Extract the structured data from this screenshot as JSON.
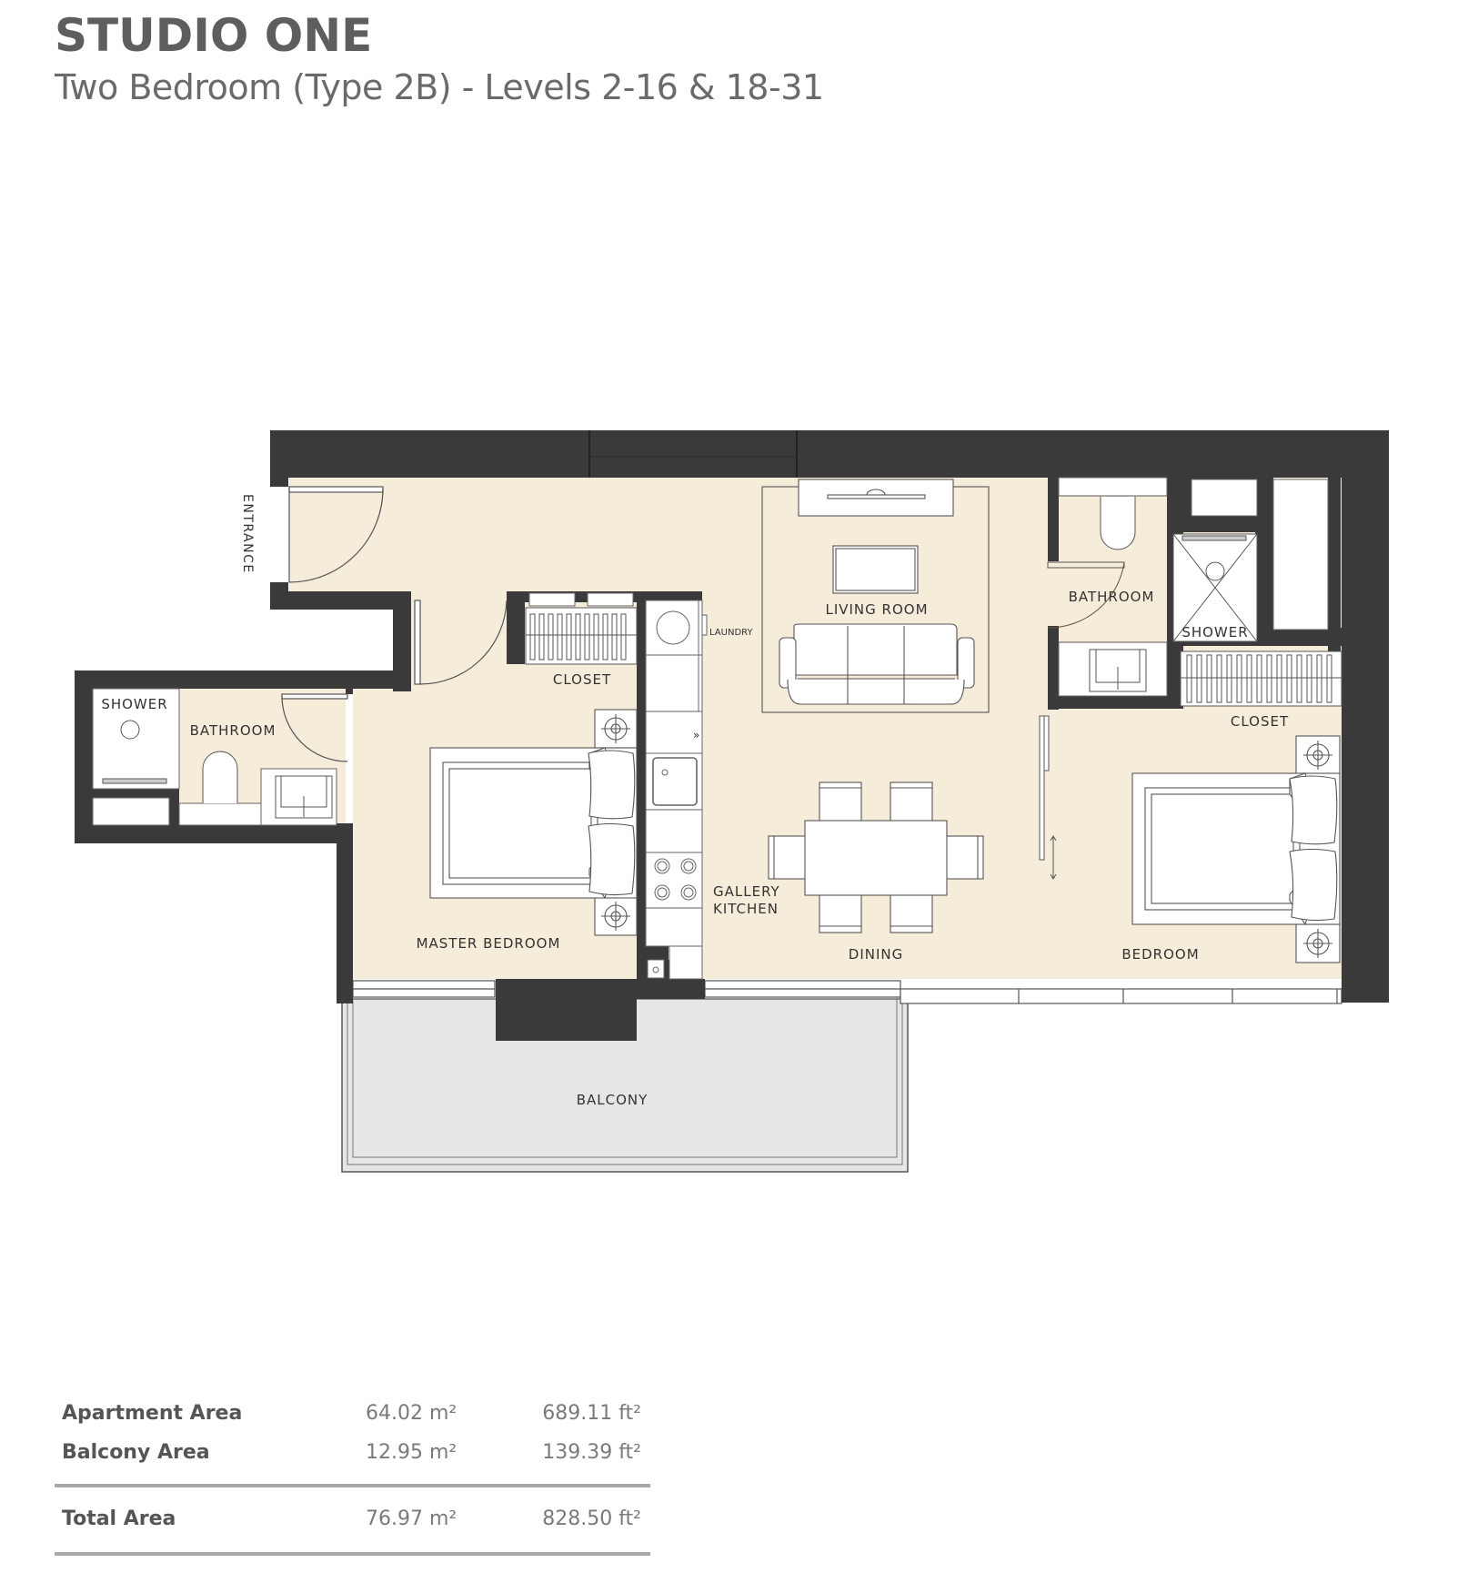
{
  "header": {
    "title": "STUDIO ONE",
    "subtitle": "Two Bedroom (Type 2B) - Levels 2-16 & 18-31"
  },
  "floor_plan": {
    "colors": {
      "wall": "#3a3a3a",
      "floor": "#f6ecda",
      "fixture": "#ffffff",
      "balcony": "#e6e6e6",
      "line": "#555555",
      "label": "#333333"
    },
    "labels": {
      "entrance": "ENTRANCE",
      "living_room": "LIVING ROOM",
      "laundry": "LAUNDRY",
      "closet_master": "CLOSET",
      "shower_left": "SHOWER",
      "bathroom_left": "BATHROOM",
      "master_bedroom": "MASTER BEDROOM",
      "gallery_kitchen_1": "GALLERY",
      "gallery_kitchen_2": "KITCHEN",
      "dining": "DINING",
      "bathroom_right": "BATHROOM",
      "shower_right": "SHOWER",
      "closet_bedroom": "CLOSET",
      "bedroom": "BEDROOM",
      "balcony": "BALCONY"
    }
  },
  "areas": {
    "rows": [
      {
        "label": "Apartment Area",
        "m2": "64.02 m²",
        "ft2": "689.11 ft²"
      },
      {
        "label": "Balcony Area",
        "m2": "12.95 m²",
        "ft2": "139.39 ft²"
      }
    ],
    "total": {
      "label": "Total Area",
      "m2": "76.97 m²",
      "ft2": "828.50 ft²"
    }
  }
}
